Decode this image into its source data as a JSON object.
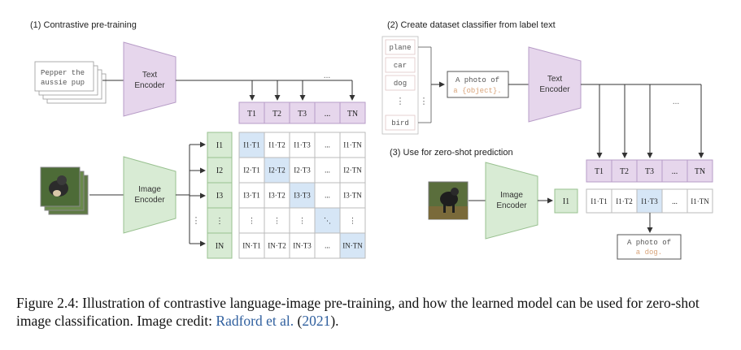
{
  "section1": {
    "title": "(1) Contrastive pre-training"
  },
  "section2": {
    "title": "(2) Create dataset classifier from label text"
  },
  "section3": {
    "title": "(3) Use for zero-shot prediction"
  },
  "text_encoder": {
    "line1": "Text",
    "line2": "Encoder"
  },
  "image_encoder": {
    "line1": "Image",
    "line2": "Encoder"
  },
  "input_text": {
    "line1": "Pepper the",
    "line2": "aussie pup"
  },
  "text_tokens": [
    "T1",
    "T2",
    "T3",
    "...",
    "TN"
  ],
  "image_tokens": [
    "I1",
    "I2",
    "I3",
    "⋮",
    "IN"
  ],
  "matrix_rows": [
    [
      "I1·T1",
      "I1·T2",
      "I1·T3",
      "...",
      "I1·TN"
    ],
    [
      "I2·T1",
      "I2·T2",
      "I2·T3",
      "...",
      "I2·TN"
    ],
    [
      "I3·T1",
      "I3·T2",
      "I3·T3",
      "...",
      "I3·TN"
    ],
    [
      "⋮",
      "⋮",
      "⋮",
      "⋱",
      "⋮"
    ],
    [
      "IN·T1",
      "IN·T2",
      "IN·T3",
      "...",
      "IN·TN"
    ]
  ],
  "labels": [
    "plane",
    "car",
    "dog",
    "⋮",
    "bird"
  ],
  "template": {
    "line1": "A photo of",
    "line2": "a {object}."
  },
  "zs_image_token": "I1",
  "zs_tokens": [
    "T1",
    "T2",
    "T3",
    "...",
    "TN"
  ],
  "zs_row": [
    "I1·T1",
    "I1·T2",
    "I1·T3",
    "...",
    "I1·TN"
  ],
  "zs_output": {
    "line1": "A photo of",
    "line2": "a dog."
  },
  "caption": {
    "text": "Figure 2.4: Illustration of contrastive language-image pre-training, and how the learned model can be used for zero-shot image classification. Image credit: ",
    "link_authors": "Radford et al.",
    "open": " (",
    "link_year": "2021",
    "close": ")."
  },
  "colors": {
    "text_encoder_fill": "#e6d6ec",
    "text_encoder_stroke": "#b79cc7",
    "image_encoder_fill": "#d8ebd4",
    "image_encoder_stroke": "#98c08f",
    "diag_fill": "#d6e6f6",
    "token_text_fill": "#e6d6ec",
    "token_image_fill": "#d8ebd4"
  }
}
